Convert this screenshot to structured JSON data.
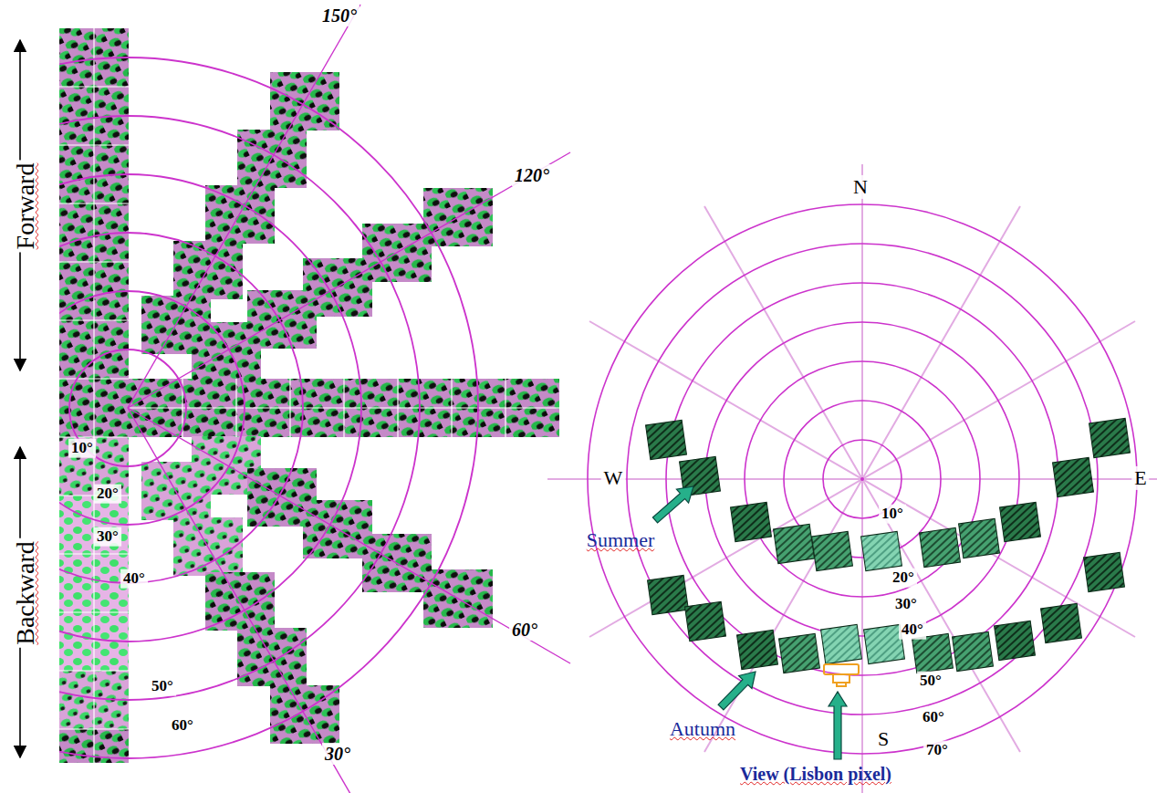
{
  "diagram": {
    "labels": [
      "150°",
      "Forward",
      "120°",
      "10°",
      "20°",
      "30°",
      "40°",
      "50°",
      "60°",
      "Backward",
      "60°",
      "30°",
      "N",
      "W",
      "E",
      "Summer",
      "10°",
      "20°",
      "30°",
      "40°",
      "50°",
      "60°",
      "70°",
      "Autumn",
      "S",
      "View (Lisbon pixel)"
    ]
  }
}
